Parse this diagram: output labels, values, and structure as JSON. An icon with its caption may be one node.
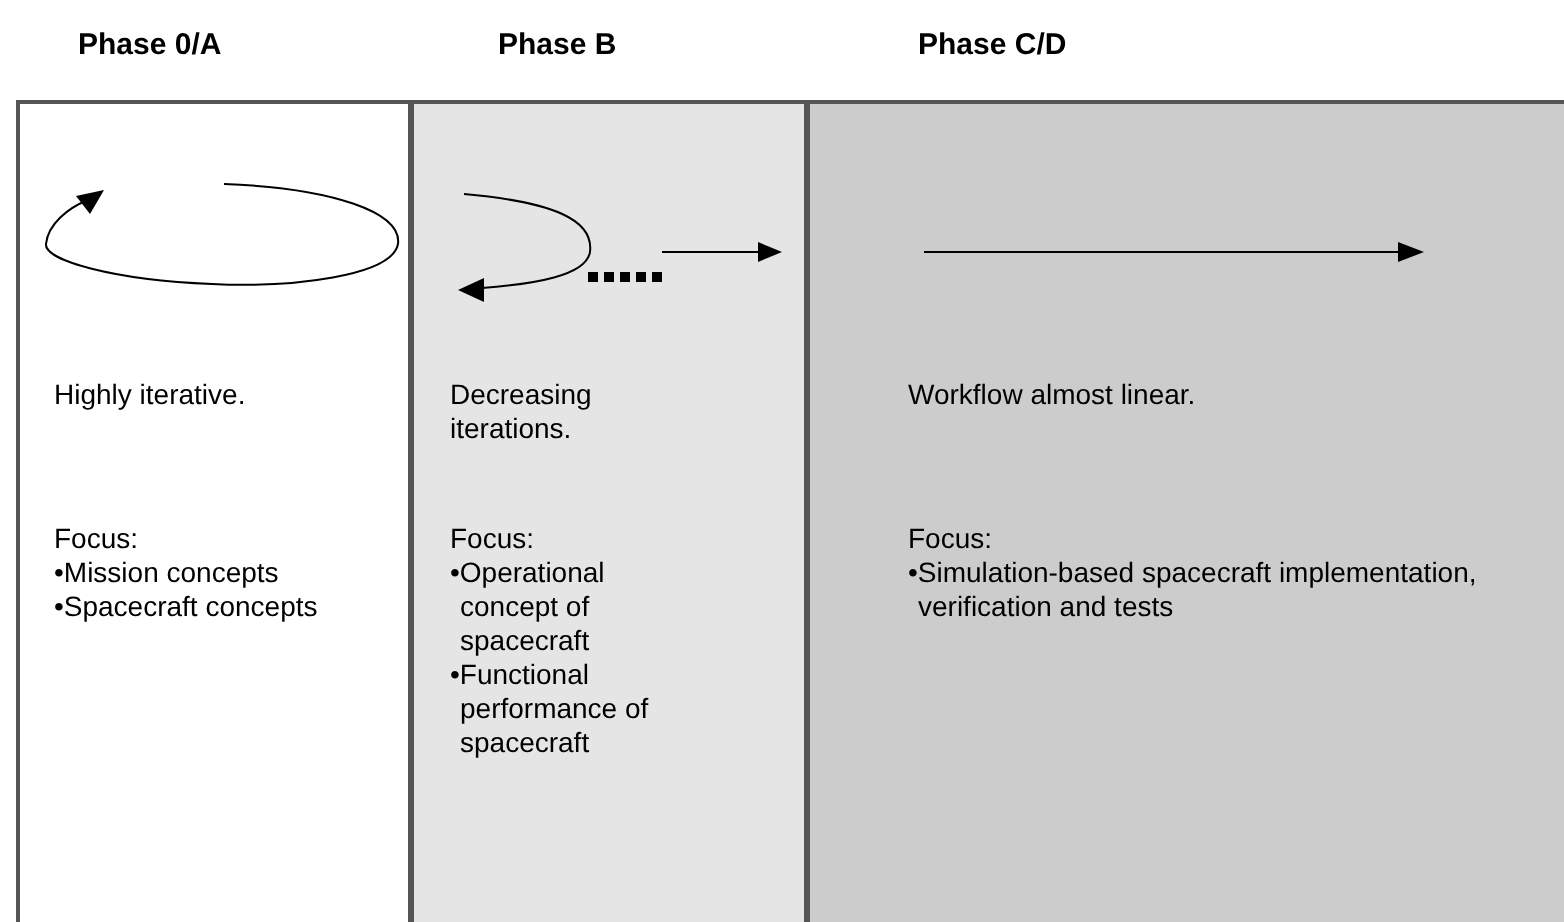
{
  "diagram": {
    "nodes": [
      {
        "text": [
          "Phase 0/A",
          "Highly iterative.",
          "Focus:",
          "•Mission concepts",
          "•Spacecraft concepts"
        ]
      },
      {
        "text": [
          "Phase B",
          "Decreasing iterations.",
          "Focus:",
          "•Operational concept of spacecraft",
          "•Functional performance of spacecraft"
        ]
      },
      {
        "text": [
          "Phase C/D",
          "Workflow almost linear.",
          "Focus:",
          "•Simulation-based spacecraft implementation, verification and tests"
        ]
      }
    ]
  }
}
